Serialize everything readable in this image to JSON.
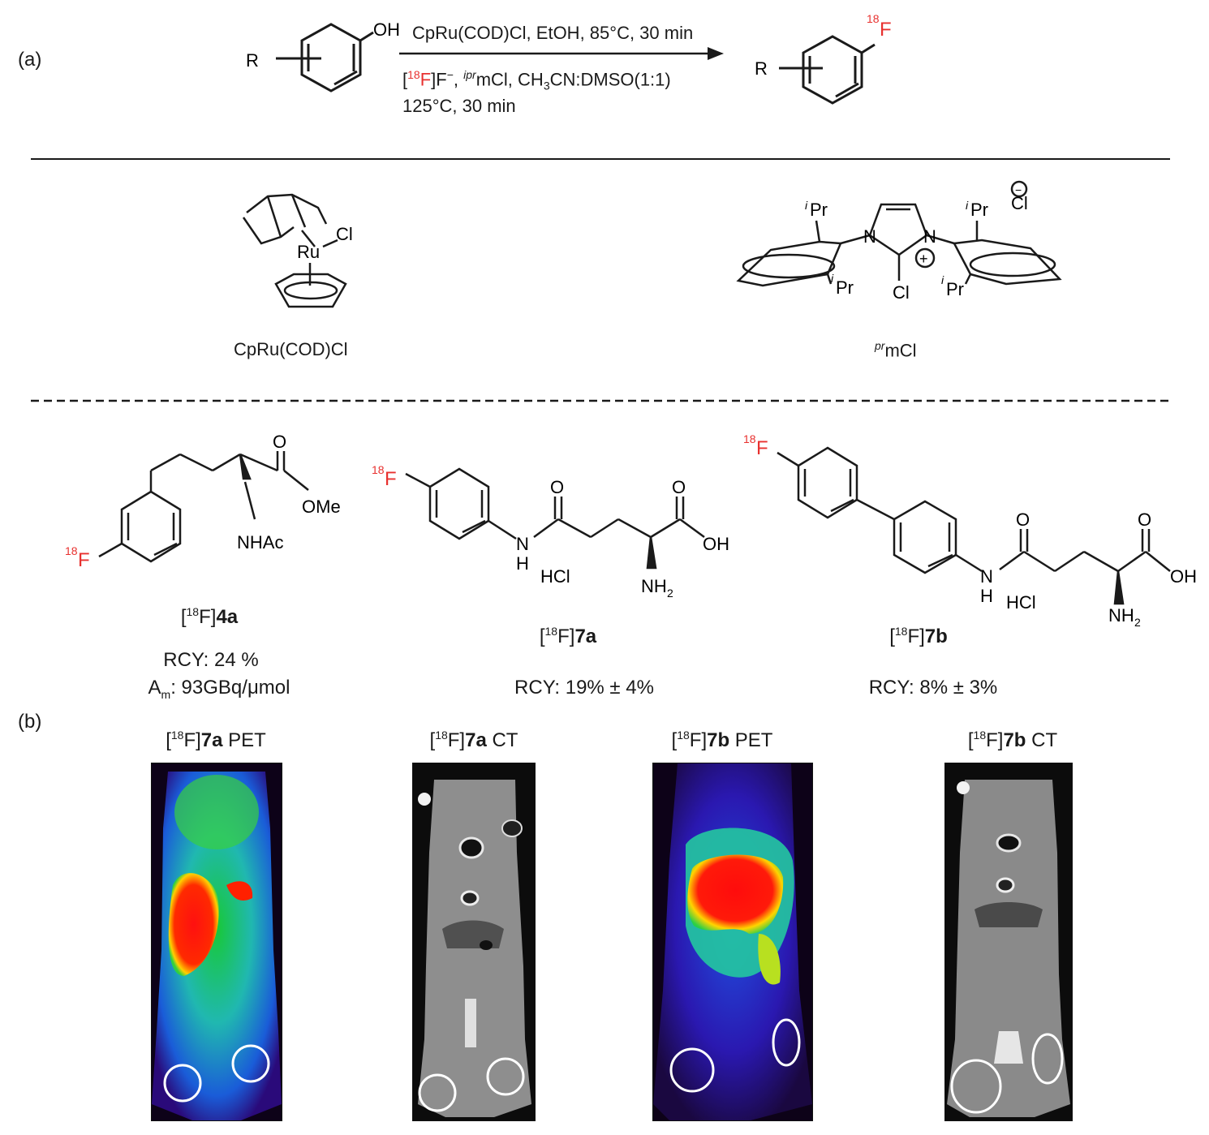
{
  "panel_a_label": "(a)",
  "panel_b_label": "(b)",
  "reaction": {
    "reactant_oh": "OH",
    "reactant_r": "R",
    "product_r": "R",
    "product_iso": "18",
    "product_f": "F",
    "cond_line1": "CpRu(COD)Cl, EtOH, 85°C, 30 min",
    "cond_line2_open": "[",
    "cond_line2_iso": "18",
    "cond_line2_f": "F",
    "cond_line2_mid": "]F",
    "cond_line2_minus": "−",
    "cond_line2_comma": ", ",
    "cond_line2_ipr": "ipr",
    "cond_line2_rest": "mCl, CH",
    "cond_line2_sub3": "3",
    "cond_line2_end": "CN:DMSO(1:1)",
    "cond_line3": "125°C, 30 min"
  },
  "reagents": {
    "ru_complex": {
      "ru": "Ru",
      "cl": "Cl",
      "name": "CpRu(COD)Cl"
    },
    "imidazolium": {
      "ipr_sup": "i",
      "pr": "Pr",
      "n": "N",
      "cl": "Cl",
      "chloride": "Cl",
      "plus": "+",
      "minus": "−",
      "name_sup": "pr",
      "name": "mCl"
    }
  },
  "compounds": [
    {
      "id": "4a",
      "iso": "18",
      "f": "F",
      "bracket": "]",
      "bold": "4a",
      "labels": {
        "o": "O",
        "ome": "OMe",
        "nhac": "NHAc"
      },
      "rcy": "RCY: 24 %",
      "am_a": "A",
      "am_sub": "m",
      "am_rest": ": 93GBq/μmol"
    },
    {
      "id": "7a",
      "iso": "18",
      "f": "F",
      "bracket": "]",
      "bold": "7a",
      "labels": {
        "o1": "O",
        "o2": "O",
        "oh": "OH",
        "n": "N",
        "h": "H",
        "hcl": "HCl",
        "nh2": "NH",
        "sub2": "2"
      },
      "rcy": "RCY: 19% ± 4%"
    },
    {
      "id": "7b",
      "iso": "18",
      "f": "F",
      "bracket": "]",
      "bold": "7b",
      "labels": {
        "o1": "O",
        "o2": "O",
        "oh": "OH",
        "n": "N",
        "h": "H",
        "hcl": "HCl",
        "nh2": "NH",
        "sub2": "2"
      },
      "rcy": "RCY: 8% ± 3%"
    }
  ],
  "imaging": [
    {
      "iso": "18",
      "bold": "7a",
      "mode": " PET"
    },
    {
      "iso": "18",
      "bold": "7a",
      "mode": " CT"
    },
    {
      "iso": "18",
      "bold": "7b",
      "mode": " PET"
    },
    {
      "iso": "18",
      "bold": "7b",
      "mode": " CT"
    }
  ],
  "colors": {
    "isotope_red": "#e8312f",
    "pet_background": "#0d0218",
    "ct_background": "#0c0c0c"
  }
}
